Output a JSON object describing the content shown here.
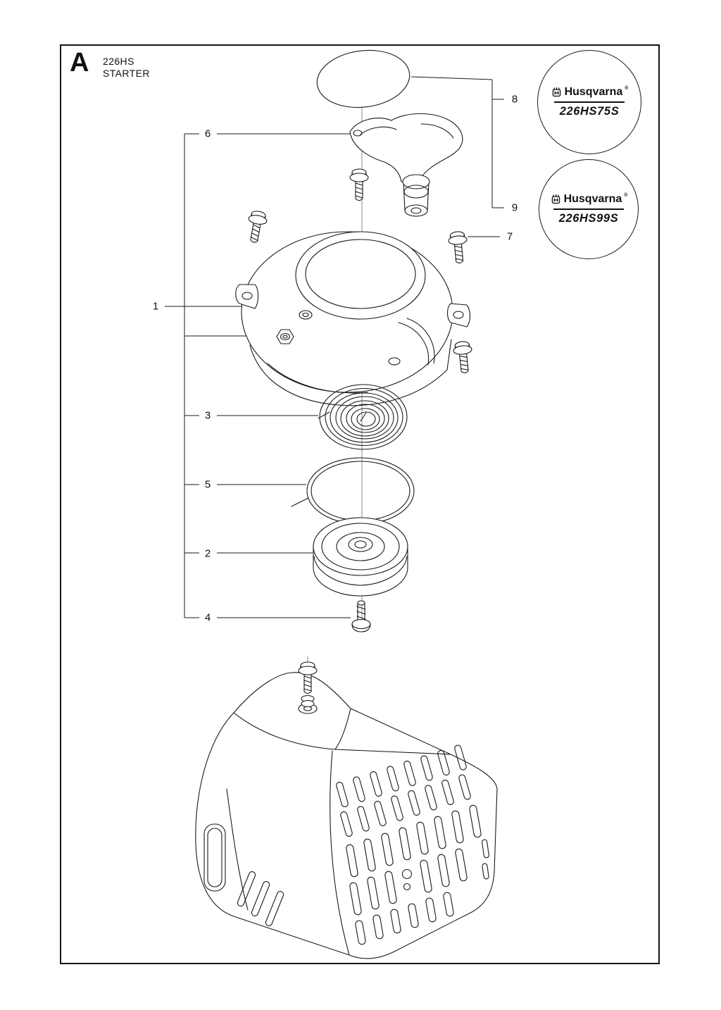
{
  "page": {
    "section_letter": "A",
    "model": "226HS",
    "section_title": "STARTER"
  },
  "callouts": [
    {
      "label": "1"
    },
    {
      "label": "2"
    },
    {
      "label": "3"
    },
    {
      "label": "4"
    },
    {
      "label": "5"
    },
    {
      "label": "6"
    },
    {
      "label": "7"
    },
    {
      "label": "8"
    },
    {
      "label": "9"
    }
  ],
  "badges": [
    {
      "brand": "Husqvarna",
      "reg_mark": "®",
      "model": "226HS75S"
    },
    {
      "brand": "Husqvarna",
      "reg_mark": "®",
      "model": "226HS99S"
    }
  ],
  "colors": {
    "ink": "#1a1a1a",
    "paper": "#ffffff"
  }
}
